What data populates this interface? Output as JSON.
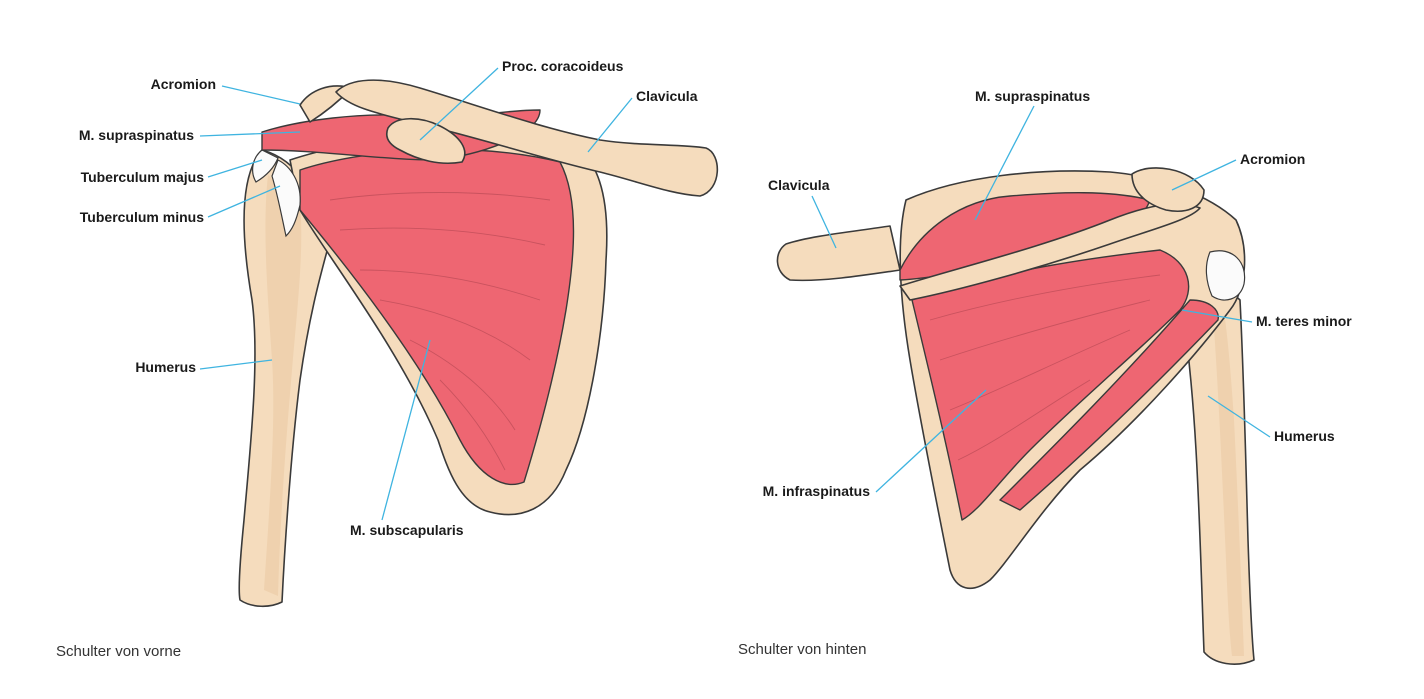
{
  "front": {
    "caption": "Schulter von vorne",
    "labels": {
      "acromion": "Acromion",
      "proc_coracoideus": "Proc. coracoideus",
      "clavicula": "Clavicula",
      "m_supraspinatus": "M. supraspinatus",
      "tuberculum_majus": "Tuberculum majus",
      "tuberculum_minus": "Tuberculum minus",
      "humerus": "Humerus",
      "m_subscapularis": "M. subscapularis"
    }
  },
  "back": {
    "caption": "Schulter von hinten",
    "labels": {
      "m_supraspinatus": "M. supraspinatus",
      "acromion": "Acromion",
      "clavicula": "Clavicula",
      "m_teres_minor": "M. teres minor",
      "humerus": "Humerus",
      "m_infraspinatus": "M. infraspinatus"
    }
  },
  "colors": {
    "bone": "#f5dcbd",
    "muscle": "#ee6672",
    "leader": "#3fb4e0",
    "outline": "#3a3a3a"
  }
}
